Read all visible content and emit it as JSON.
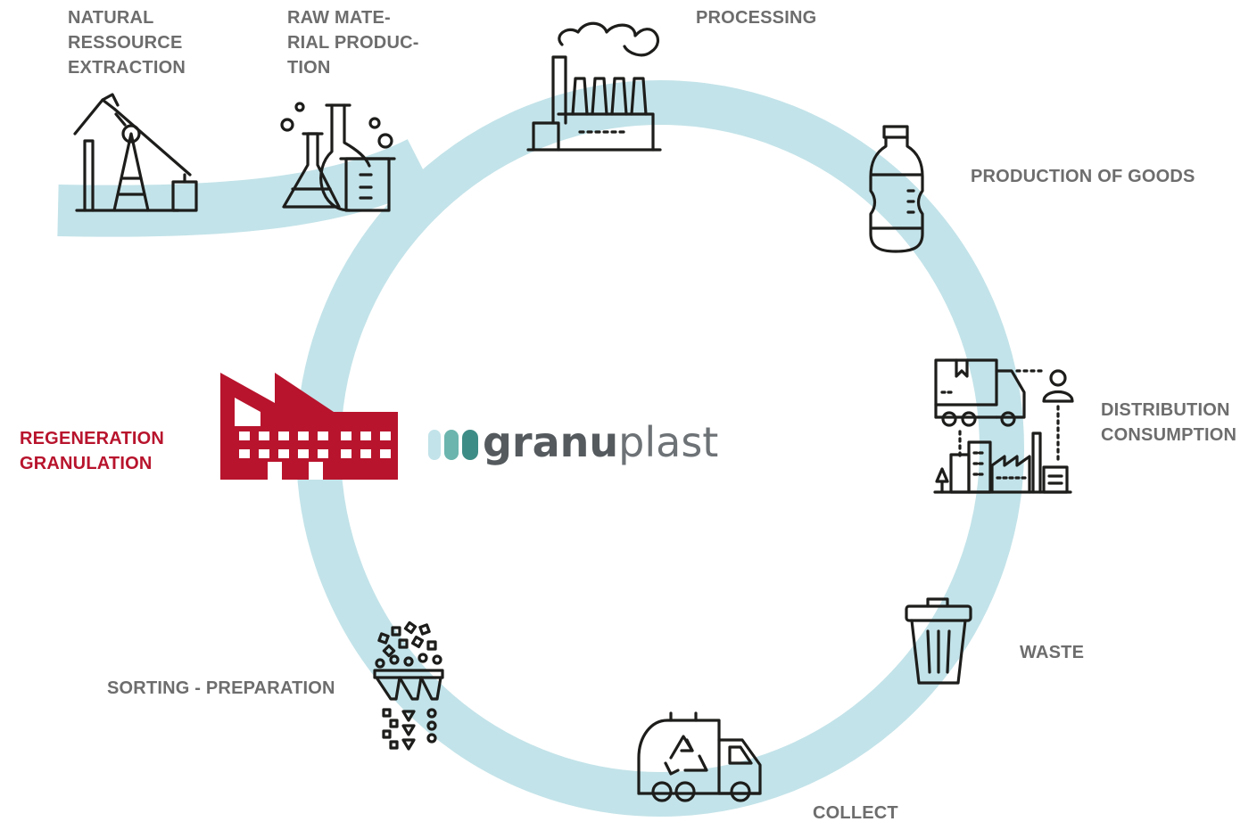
{
  "colors": {
    "ring": "#c2e3e9",
    "label_gray": "#6d6d6d",
    "accent_red": "#b8142d",
    "icon_stroke": "#1d1d1b",
    "logo_text": "#555a5e",
    "logo_dots": [
      "#c2e3e9",
      "#6cb5ae",
      "#3e8c86"
    ]
  },
  "labels": {
    "natural_resource_extraction": "NATURAL\nRESSOURCE\nEXTRACTION",
    "raw_material_production": "RAW MATE-\nRIAL PRODUC-\nTION",
    "processing": "PROCESSING",
    "production_of_goods": "PRODUCTION OF GOODS",
    "distribution_consumption": "DISTRIBUTION\nCONSUMPTION",
    "waste": "WASTE",
    "collect": "COLLECT",
    "sorting_preparation": "SORTING - PREPARATION",
    "regeneration_granulation": "REGENERATION\nGRANULATION"
  },
  "logo": {
    "text_bold": "granu",
    "text_light": "plast"
  },
  "icons": {
    "natural_resource_extraction": "oil-pump-jack-icon",
    "raw_material_production": "chemistry-flasks-icon",
    "processing": "factory-chimneys-icon",
    "production_of_goods": "plastic-bottle-icon",
    "distribution_consumption": "delivery-truck-city-icon",
    "waste": "trash-bin-icon",
    "collect": "recycling-truck-icon",
    "sorting_preparation": "sorting-hopper-icon",
    "regeneration_granulation": "red-factory-icon"
  }
}
